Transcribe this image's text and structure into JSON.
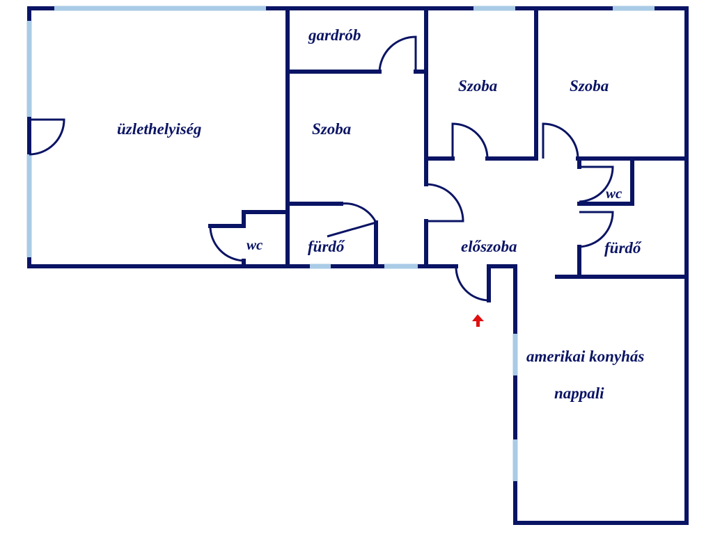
{
  "colors": {
    "wall": "#0a1464",
    "window": "#a9cbe6",
    "door": "#0a1464",
    "text": "#0a1464",
    "entrance_arrow": "#e01010"
  },
  "rooms": {
    "uzlethelyiseg": "üzlethelyiség",
    "gardrob": "gardrób",
    "szoba_1": "Szoba",
    "szoba_2": "Szoba",
    "szoba_3": "Szoba",
    "wc_1": "wc",
    "wc_2": "wc",
    "furdo_1": "fürdő",
    "furdo_2": "fürdő",
    "eloszoba": "előszoba",
    "nappali_line1": "amerikai konyhás",
    "nappali_line2": "nappali"
  },
  "entrance_icon": "up-arrow-icon"
}
